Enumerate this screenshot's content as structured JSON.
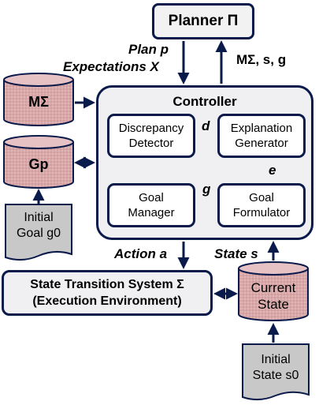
{
  "planner": {
    "label": "Planner Π"
  },
  "controller": {
    "label": "Controller"
  },
  "modules": {
    "discrepancy_detector": [
      "Discrepancy",
      "Detector"
    ],
    "explanation_generator": [
      "Explanation",
      "Generator"
    ],
    "goal_manager": [
      "Goal",
      "Manager"
    ],
    "goal_formulator": [
      "Goal",
      "Formulator"
    ]
  },
  "edges": {
    "plan": "Plan p",
    "expectations": "Expectations X",
    "feedback": "MΣ, s, g",
    "d": "d",
    "e": "e",
    "g": "g",
    "action": "Action a",
    "state": "State s"
  },
  "stores": {
    "model": "MΣ",
    "goals": "Gp",
    "current_state": [
      "Current",
      "State"
    ]
  },
  "documents": {
    "initial_goal": [
      "Initial",
      "Goal g0"
    ],
    "initial_state": [
      "Initial",
      "State s0"
    ]
  },
  "sts": [
    "State Transition System Σ",
    "(Execution Environment)"
  ],
  "colors": {
    "border": "#0a1a4a",
    "cylinder": "#d8a8a8",
    "document": "#c8c8c8",
    "panel": "#f0f0f2"
  }
}
